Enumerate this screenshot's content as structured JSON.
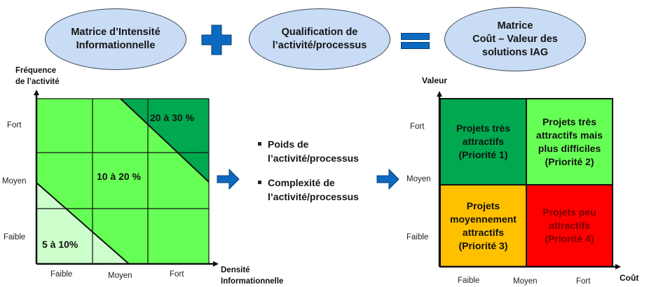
{
  "header": {
    "ellipse_left": {
      "lines": [
        "Matrice d’Intensité",
        "Informationnelle"
      ]
    },
    "operator_plus": "plus-icon",
    "ellipse_middle": {
      "lines": [
        "Qualification de",
        "l’activité/processus"
      ]
    },
    "operator_equals": "equals-icon",
    "ellipse_right": {
      "lines": [
        "Matrice",
        "Coût – Valeur des",
        "solutions IAG"
      ]
    },
    "colors": {
      "ellipse_fill": "#c9dcf5",
      "operator": "#0b6ac0"
    }
  },
  "intensity_matrix": {
    "y_axis_title": [
      "Fréquence",
      "de l’activité"
    ],
    "x_axis_title": [
      "Densité",
      "Informationnelle"
    ],
    "y_ticks": [
      "Fort",
      "Moyen",
      "Faible"
    ],
    "x_ticks": [
      "Faible",
      "Moyen",
      "Fort"
    ],
    "zones": [
      {
        "label": "20 à 30 %",
        "color": "#00a94f"
      },
      {
        "label": "10 à 20 %",
        "color": "#66ff55"
      },
      {
        "label": "5 à 10%",
        "color": "#ccffcc"
      }
    ]
  },
  "arrows": [
    "arrow-right-icon",
    "arrow-right-icon"
  ],
  "qualification": {
    "bullets": [
      [
        "Poids de",
        "l’activité/processus"
      ],
      [
        "Complexité de",
        "l’activité/processus"
      ]
    ]
  },
  "cost_value_matrix": {
    "y_axis_title": "Valeur",
    "x_axis_title": "Coût",
    "y_ticks": [
      "Fort",
      "Moyen",
      "Faible"
    ],
    "x_ticks": [
      "Faible",
      "Moyen",
      "Fort"
    ],
    "quadrants": [
      {
        "position": "top-left",
        "lines": [
          "Projets très",
          "attractifs",
          "(Priorité 1)"
        ],
        "color": "#00a94f",
        "text_color": "#111111"
      },
      {
        "position": "top-right",
        "lines": [
          "Projets très",
          "attractifs mais",
          "plus difficiles",
          "(Priorité 2)"
        ],
        "color": "#66ff55",
        "text_color": "#111111"
      },
      {
        "position": "bottom-left",
        "lines": [
          "Projets",
          "moyennement",
          "attractifs",
          "(Priorité 3)"
        ],
        "color": "#ffc000",
        "text_color": "#111111"
      },
      {
        "position": "bottom-right",
        "lines": [
          "Projets peu",
          "attractifs",
          "(Priorité 4)"
        ],
        "color": "#ff0000",
        "text_color": "#7a0000"
      }
    ]
  }
}
